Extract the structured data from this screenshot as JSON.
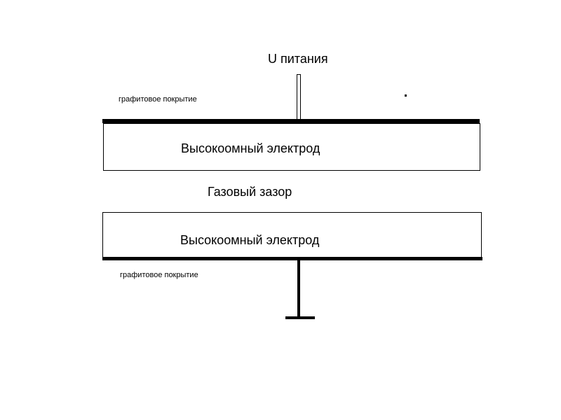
{
  "diagram": {
    "supply_label": "U питания",
    "top": {
      "coating_label": "графитовое покрытие",
      "electrode_label": "Высокоомный электрод"
    },
    "gap_label": "Газовый зазор",
    "bottom": {
      "electrode_label": "Высокоомный электрод",
      "coating_label": "графитовое покрытие"
    }
  },
  "colors": {
    "background": "#ffffff",
    "stroke": "#000000"
  }
}
